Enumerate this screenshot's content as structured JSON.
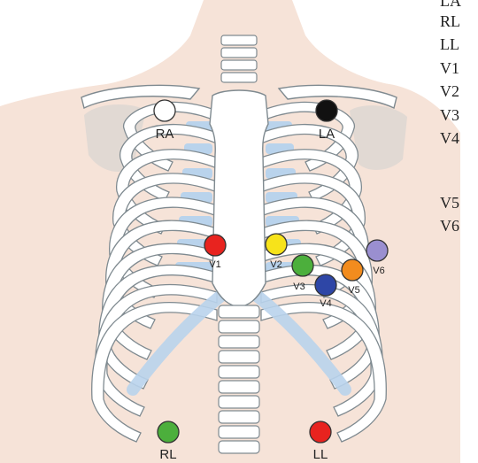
{
  "side_labels": [
    "LA",
    "RL",
    "LL",
    "V1",
    "V2",
    "V3",
    "V4",
    "",
    "V5",
    "V6"
  ],
  "electrodes": [
    {
      "id": "RA",
      "label": "RA",
      "color": "#ffffff"
    },
    {
      "id": "LA",
      "label": "LA",
      "color": "#111111"
    },
    {
      "id": "V1",
      "label": "V1",
      "color": "#e8231f"
    },
    {
      "id": "V2",
      "label": "V2",
      "color": "#f7e31a"
    },
    {
      "id": "V3",
      "label": "V3",
      "color": "#4caf3c"
    },
    {
      "id": "V4",
      "label": "V4",
      "color": "#2e46a6"
    },
    {
      "id": "V5",
      "label": "V5",
      "color": "#f28c1e"
    },
    {
      "id": "V6",
      "label": "V6",
      "color": "#9a8fd0"
    },
    {
      "id": "RL",
      "label": "RL",
      "color": "#4caf3c"
    },
    {
      "id": "LL",
      "label": "LL",
      "color": "#e8231f"
    }
  ],
  "colors": {
    "skin": "#f6e3d8",
    "bone": "#ffffff",
    "bone_outline": "#7f8a90",
    "cartilage": "#b9d3ec",
    "shoulder_blade": "#dcd6d2"
  }
}
